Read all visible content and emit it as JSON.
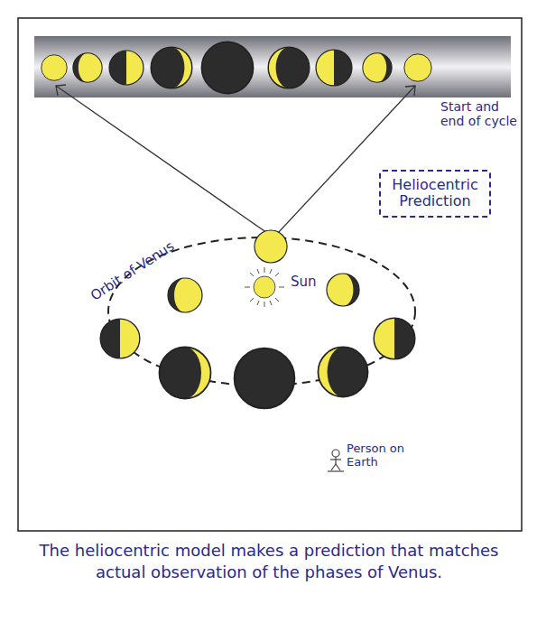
{
  "diagram": {
    "caption": "The heliocentric model makes a prediction that matches actual observation of the phases of Venus.",
    "nodes": [
      {
        "text": [
          "Heliocentric Prediction"
        ]
      }
    ],
    "labels": [
      "Start and end of cycle",
      "Orbit of Venus",
      "Sun",
      "Person on Earth"
    ]
  }
}
